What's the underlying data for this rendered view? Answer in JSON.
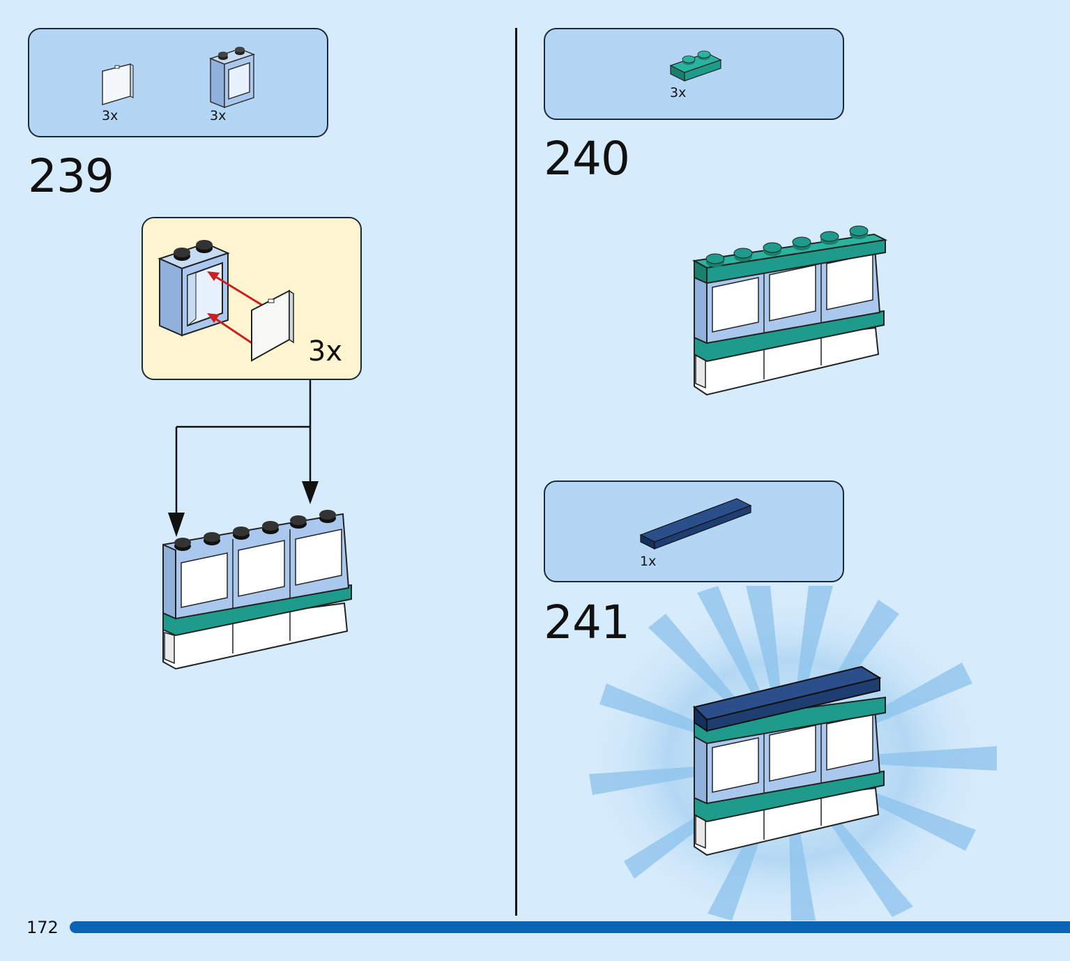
{
  "steps": {
    "s239": {
      "number": "239",
      "parts": [
        {
          "name": "window-glass-pane",
          "qty": "3x"
        },
        {
          "name": "window-frame-1x2x2",
          "qty": "3x"
        }
      ],
      "callout_qty": "3x"
    },
    "s240": {
      "number": "240",
      "parts": [
        {
          "name": "plate-1x2-with-rail-teal",
          "qty": "3x"
        }
      ]
    },
    "s241": {
      "number": "241",
      "parts": [
        {
          "name": "tile-1x6-dark-blue",
          "qty": "1x"
        }
      ]
    }
  },
  "footer": {
    "page_number": "172"
  },
  "colors": {
    "background": "#d6ebfb",
    "parts_box": "#b3d6f5",
    "callout_box": "#fdf5cf",
    "frame_blue": "#aac8ee",
    "teal": "#1e9b8a",
    "dark_blue": "#1e3e72",
    "progress": "#0a63b5",
    "arrow_red": "#cc2020"
  }
}
